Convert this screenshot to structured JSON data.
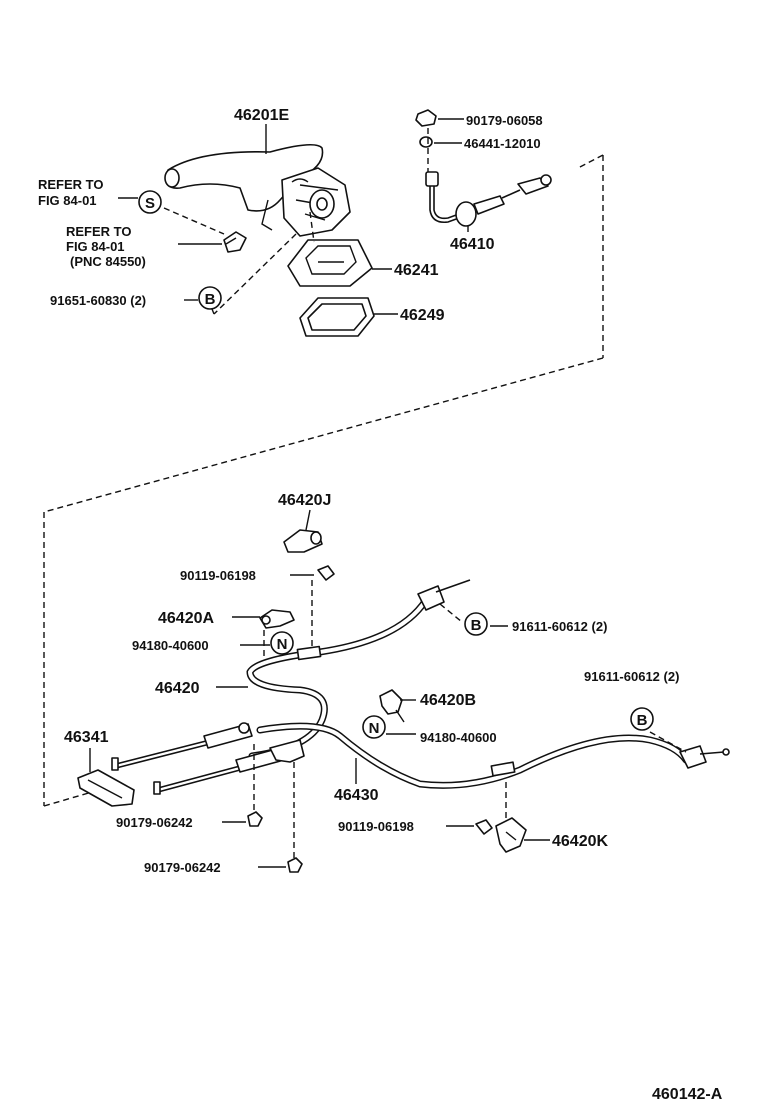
{
  "labels": {
    "lever": "46201E",
    "nut_top": "90179-06058",
    "washer_top": "46441-12010",
    "front_cable": "46410",
    "refer1_line1": "REFER TO",
    "refer1_line2": "FIG 84-01",
    "refer2_line1": "REFER TO",
    "refer2_line2": "FIG 84-01",
    "refer2_line3": "(PNC 84550)",
    "cover": "46241",
    "boot": "46249",
    "bolt_b_top": "91651-60830 (2)",
    "clamp_j": "46420J",
    "bolt_j": "90119-06198",
    "clamp_a": "46420A",
    "nut_n_a": "94180-40600",
    "cable_left": "46420",
    "clamp_b_part": "46420B",
    "nut_n_b": "94180-40600",
    "bolt_b_right1": "91611-60612 (2)",
    "bolt_b_right2": "91611-60612 (2)",
    "equalizer": "46341",
    "cable_right": "46430",
    "nut_bottom1": "90179-06242",
    "nut_bottom2": "90179-06242",
    "bolt_k": "90119-06198",
    "clamp_k": "46420K",
    "figure_id": "460142-A"
  },
  "callouts": {
    "s": "S",
    "b": "B",
    "n": "N"
  }
}
